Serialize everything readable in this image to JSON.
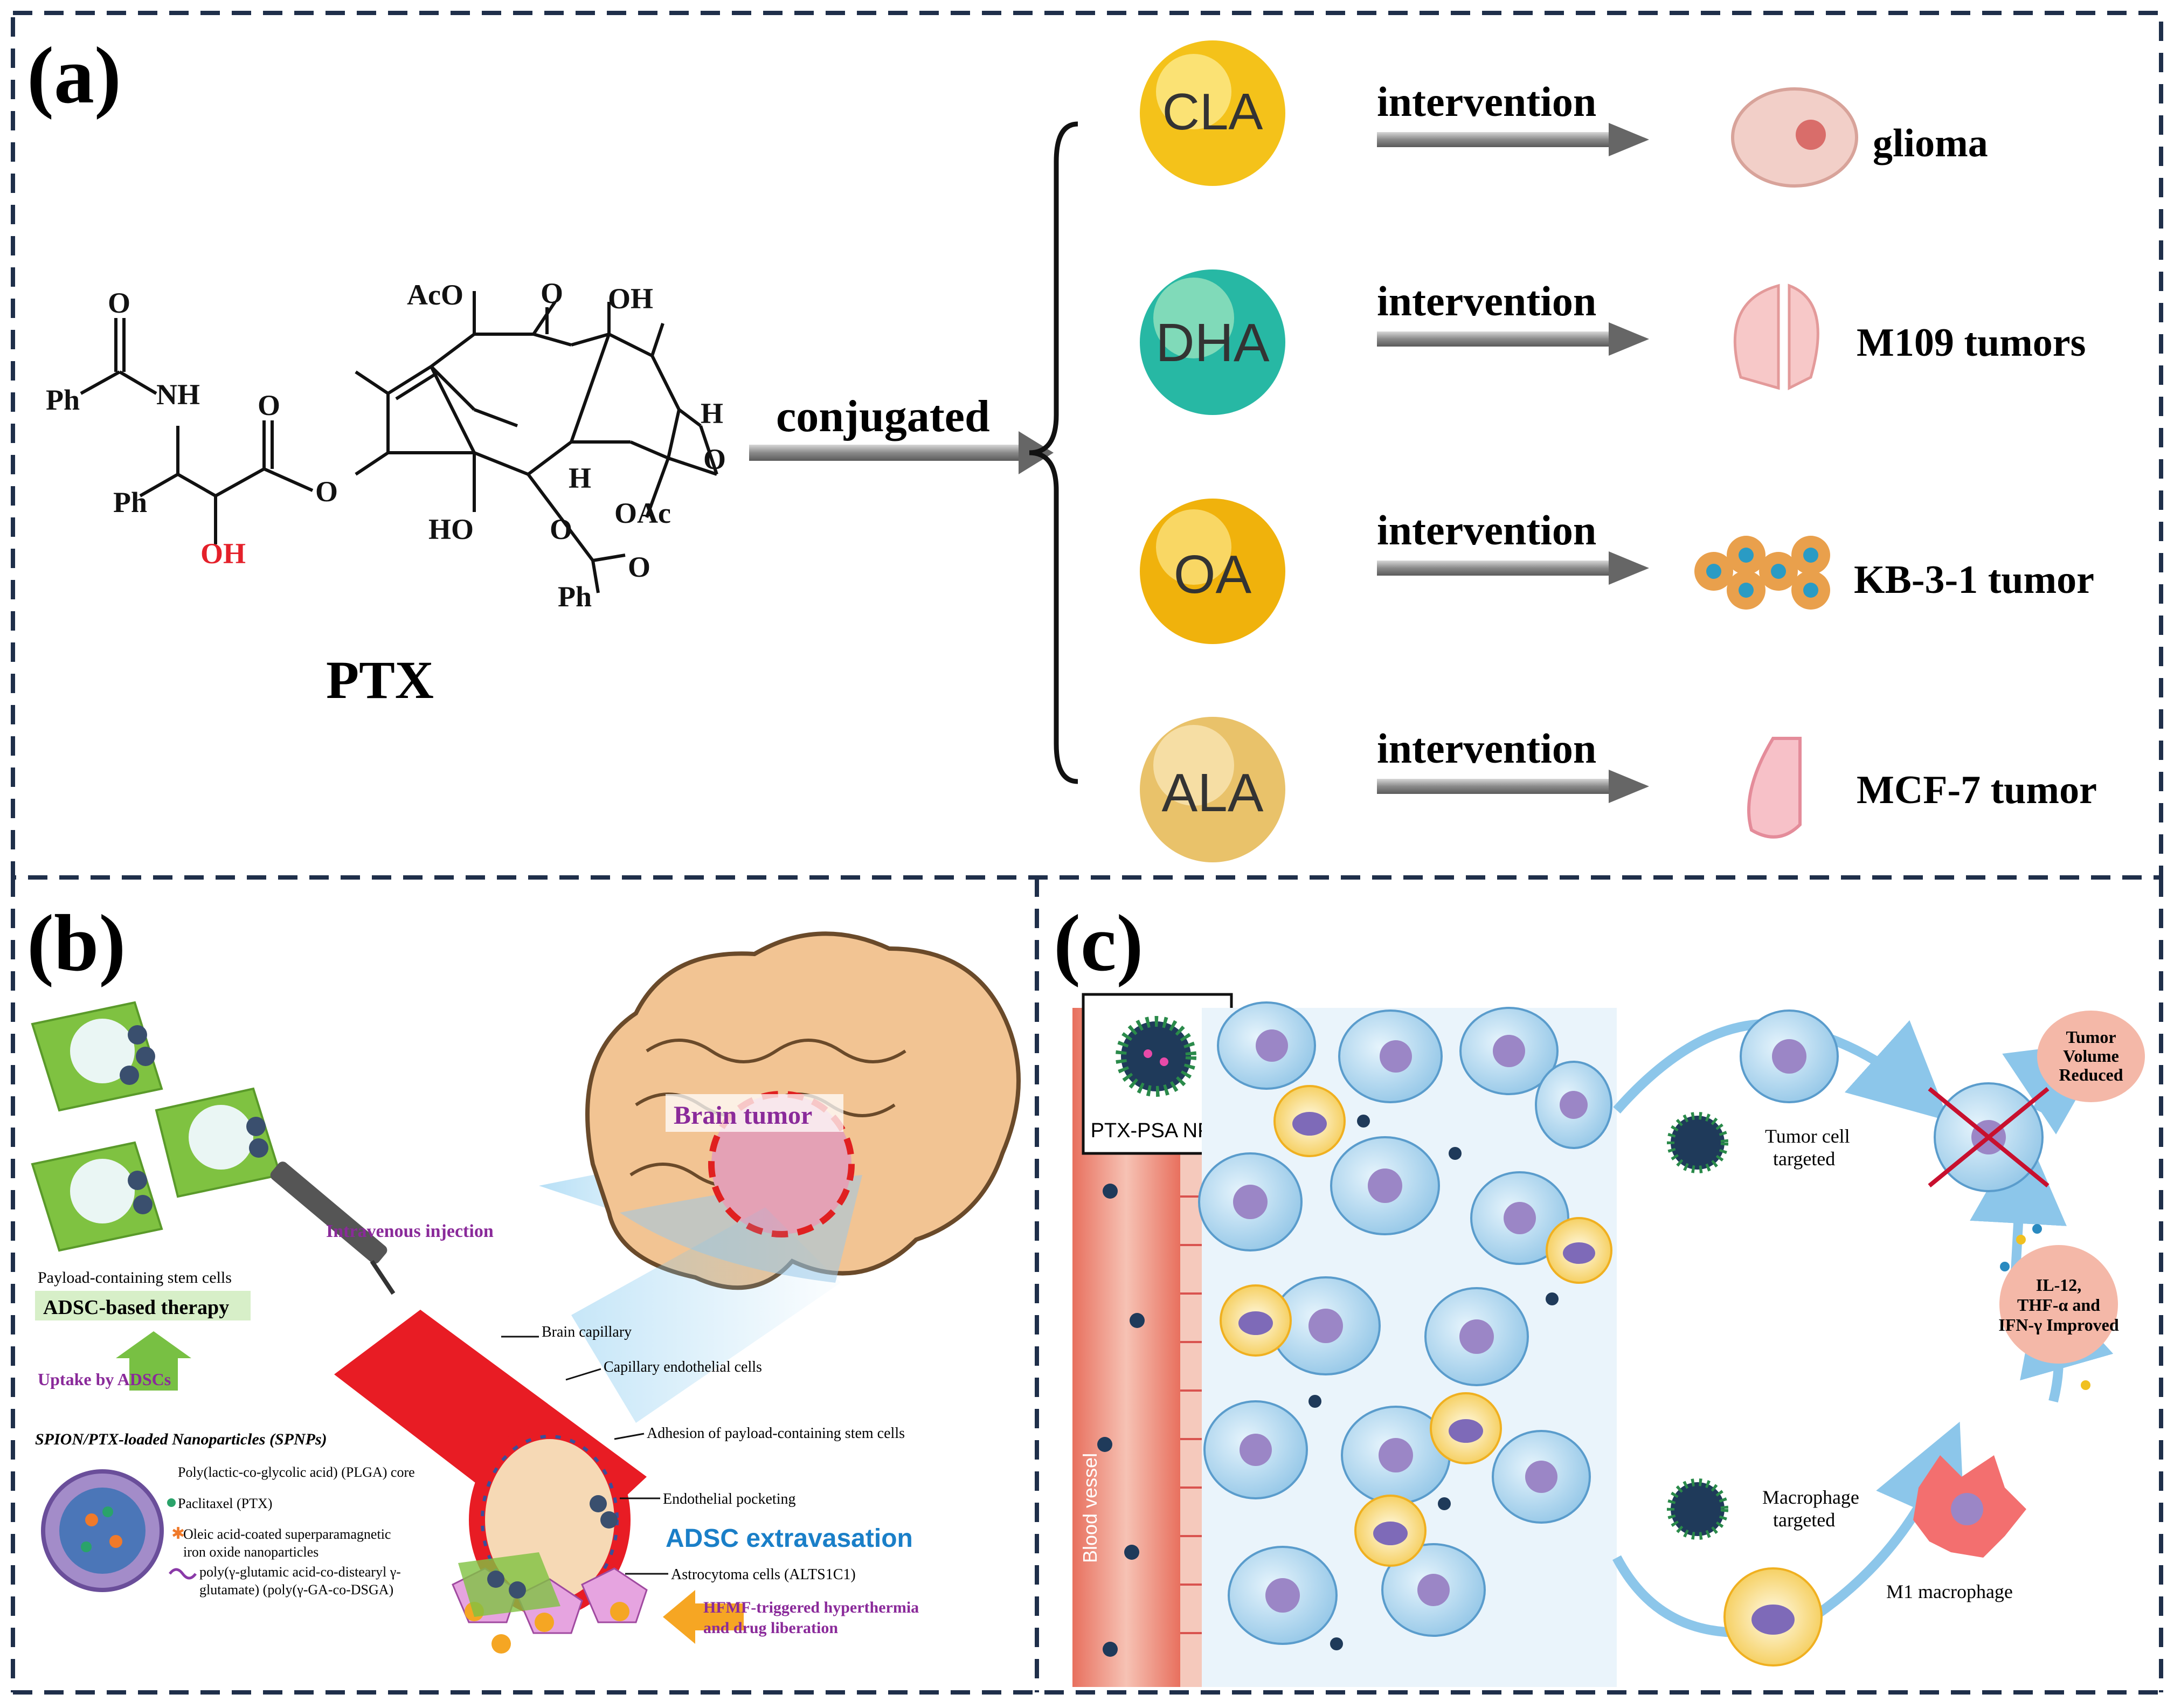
{
  "panel_a": {
    "label": "(a)",
    "molecule": {
      "name": "PTX",
      "groups": {
        "ph1": "Ph",
        "nh": "NH",
        "o_amide": "O",
        "ph2": "Ph",
        "oh_red": "OH",
        "o_ester": "O",
        "o_link": "O",
        "aco": "AcO",
        "o_ketone": "O",
        "oh_top": "OH",
        "h_ring": "H",
        "o_ring": "O",
        "h_mid": "H",
        "oac": "OAc",
        "ho": "HO",
        "o_bz": "O",
        "o_bz2": "O",
        "ph3": "Ph"
      }
    },
    "conjugated_label": "conjugated",
    "rows": [
      {
        "acid": "CLA",
        "arrow_label": "intervention",
        "target": "glioma",
        "icon": "brain-icon",
        "color": "#f4c21a"
      },
      {
        "acid": "DHA",
        "arrow_label": "intervention",
        "target": "M109 tumors",
        "icon": "lung-icon",
        "color": "#27b8a4"
      },
      {
        "acid": "OA",
        "arrow_label": "intervention",
        "target": "KB-3-1 tumor",
        "icon": "cell-cluster-icon",
        "color": "#f0b20c"
      },
      {
        "acid": "ALA",
        "arrow_label": "intervention",
        "target": "MCF-7 tumor",
        "icon": "breast-icon",
        "color": "#e9c26a"
      }
    ]
  },
  "panel_b": {
    "label": "(b)",
    "brain_tumor": "Brain tumor",
    "intravenous": "Intravenous injection",
    "payload_cells": "Payload-containing stem cells",
    "adsc_therapy": "ADSC-based therapy",
    "uptake": "Uptake by ADSCs",
    "spnps": "SPION/PTX-loaded Nanoparticles (SPNPs)",
    "legend": [
      "Poly(lactic-co-glycolic acid) (PLGA) core",
      "Paclitaxel (PTX)",
      "Oleic acid-coated superparamagnetic",
      "iron oxide nanoparticles",
      "poly(γ-glutamic acid-co-distearyl γ-",
      "glutamate) (poly(γ-GA-co-DSGA)"
    ],
    "brain_capillary": "Brain capillary",
    "endothelial_cells": "Capillary endothelial cells",
    "adhesion": "Adhesion of payload-containing stem cells",
    "pocketing": "Endothelial pocketing",
    "extravasation": "ADSC extravasation",
    "astrocytoma": "Astrocytoma cells (ALTS1C1)",
    "hfmf_1": "HFMF-triggered hyperthermia",
    "hfmf_2": "and drug liberation"
  },
  "panel_c": {
    "label": "(c)",
    "nps": "PTX-PSA NPs",
    "blood_vessel": "Blood vessel",
    "tumor_targeted_1": "Tumor cell",
    "tumor_targeted_2": "targeted",
    "macrophage_targeted_1": "Macrophage",
    "macrophage_targeted_2": "targeted",
    "m1": "M1 macrophage",
    "reduced_1": "Tumor",
    "reduced_2": "Volume",
    "reduced_3": "Reduced",
    "cytokines_1": "IL-12,",
    "cytokines_2": "THF-α and",
    "cytokines_3": "IFN-γ Improved"
  }
}
